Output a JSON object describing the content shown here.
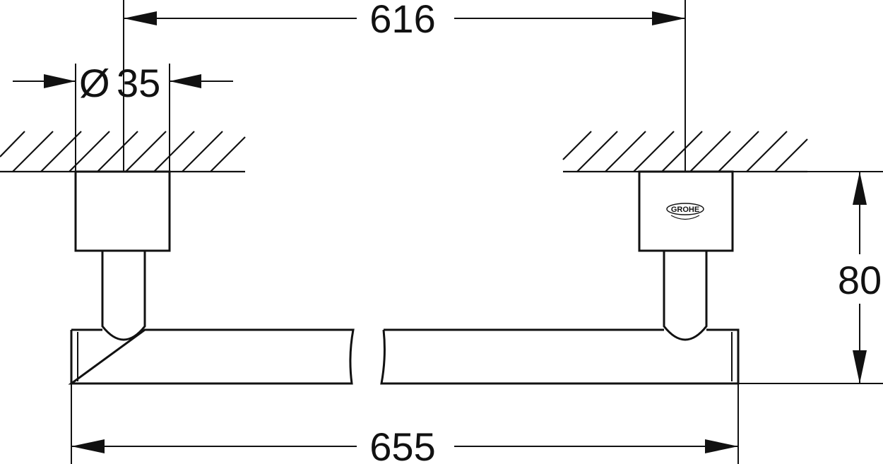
{
  "dimensions": {
    "top_width": "616",
    "diameter_symbol": "Ø",
    "diameter_value": "35",
    "right_height": "80",
    "bottom_width": "655"
  },
  "brand": {
    "logo_text": "GROHE"
  },
  "colors": {
    "line": "#111111",
    "background": "#ffffff"
  }
}
